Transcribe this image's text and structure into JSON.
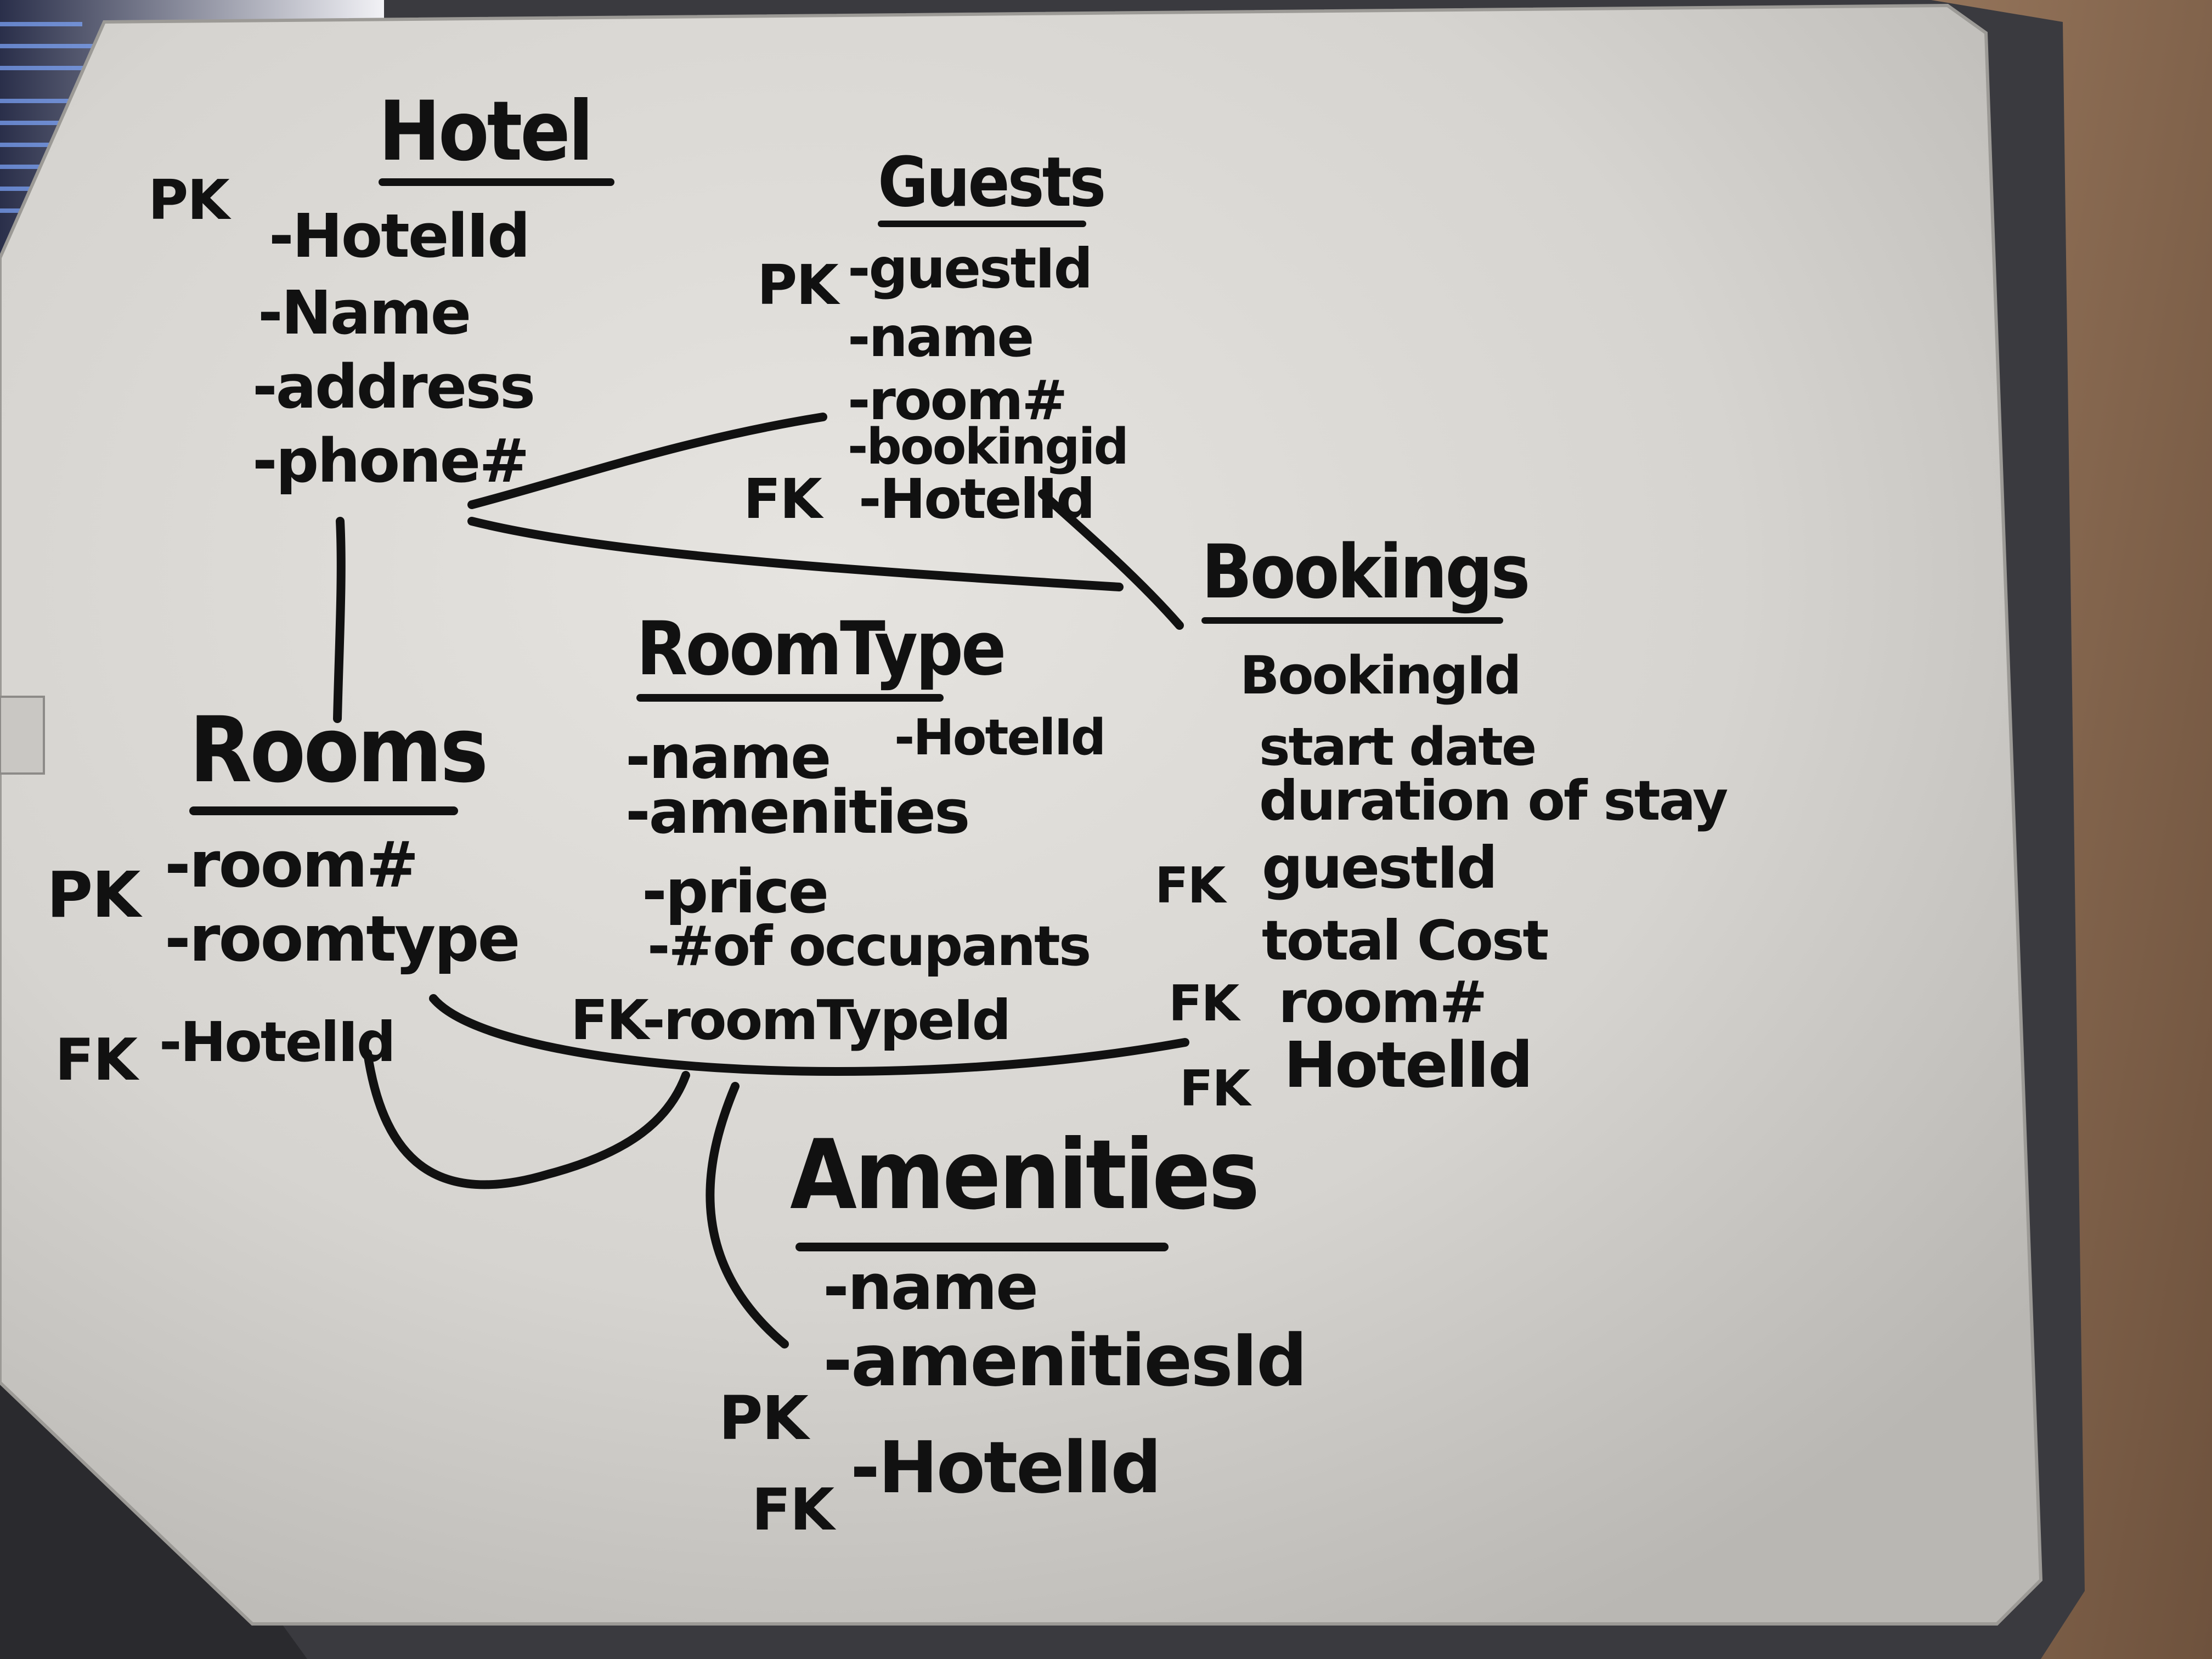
{
  "colors": {
    "whiteboard": "#d8d6d2",
    "cork": "#8a6a4f",
    "marker": "#111111",
    "background": "#3a3a3f"
  },
  "entities": {
    "hotel": {
      "title": "Hotel",
      "pk_tag": "PK",
      "fields": [
        "-HotelId",
        "-Name",
        "-address",
        "-phone#"
      ]
    },
    "guests": {
      "title": "Guests",
      "pk_tag": "PK",
      "fk_tag": "FK",
      "fields": [
        "-guestId",
        "-name",
        "-room#",
        "-bookingid",
        "-HotelId"
      ]
    },
    "bookings": {
      "title": "Bookings",
      "fields": [
        "BookingId",
        "start date",
        "duration of stay",
        "guestId",
        "total Cost",
        "room#",
        "HotelId"
      ],
      "fk_tags": [
        "FK",
        "FK",
        "FK"
      ]
    },
    "roomtype": {
      "title": "RoomType",
      "fields": [
        "-name",
        "-HotelId",
        "-amenities",
        "-price",
        "-#of occupants",
        "FK-roomTypeId"
      ]
    },
    "rooms": {
      "title": "Rooms",
      "pk_tag": "PK",
      "fk_tag": "FK",
      "fields": [
        "-room#",
        "-roomtype",
        "-HotelId"
      ]
    },
    "amenities": {
      "title": "Amenities",
      "pk_tag": "PK",
      "fk_tag": "FK",
      "fields": [
        "-name",
        "-amenitiesId",
        "-HotelId"
      ]
    }
  }
}
